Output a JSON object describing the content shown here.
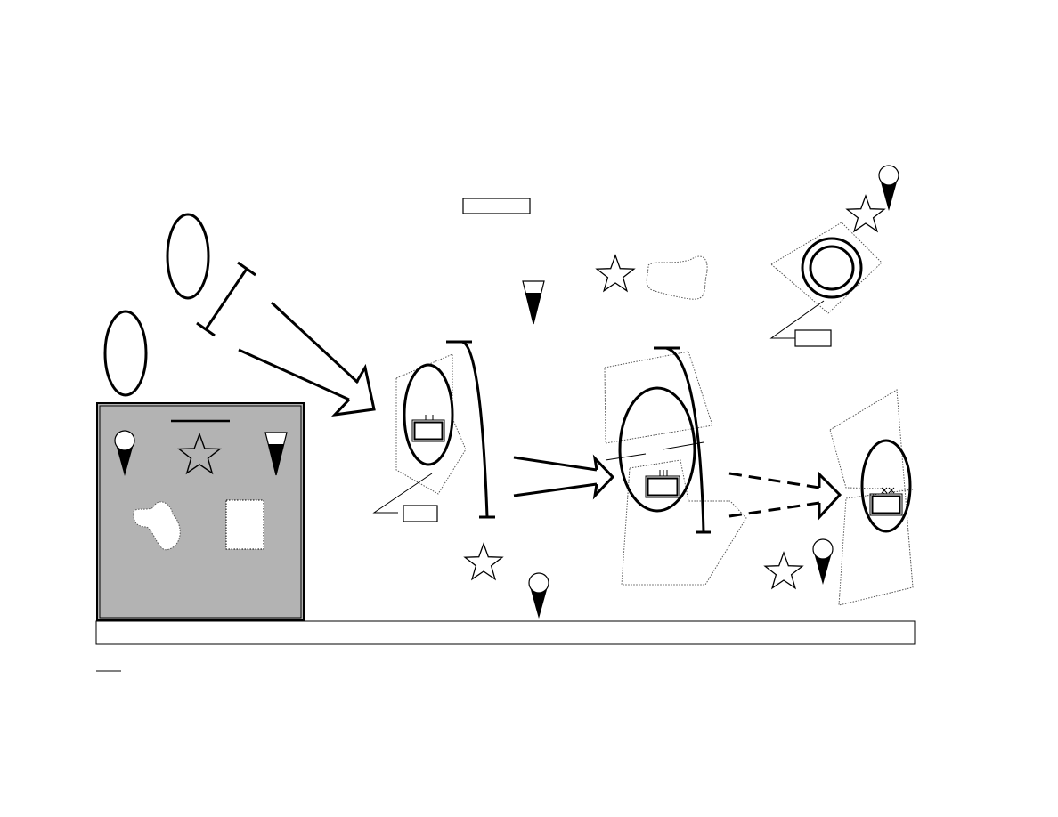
{
  "diagram": {
    "colors": {
      "stroke": "#000000",
      "legend_fill": "#b3b3b3",
      "background": "#ffffff",
      "boundary": "#555555"
    },
    "symbols": [
      "unit-oval",
      "star-icon",
      "pin-marker-icon",
      "half-filled-triangle-icon",
      "phase-line-bracket",
      "axis-of-advance-arrow",
      "dashed-arrow",
      "equipment-box-icon",
      "double-circle-objective",
      "dotted-boundary-area"
    ],
    "labels": {
      "top_box": "",
      "group1_box": "",
      "objective_box": "",
      "bottom_bar": "",
      "footnote": ""
    }
  }
}
